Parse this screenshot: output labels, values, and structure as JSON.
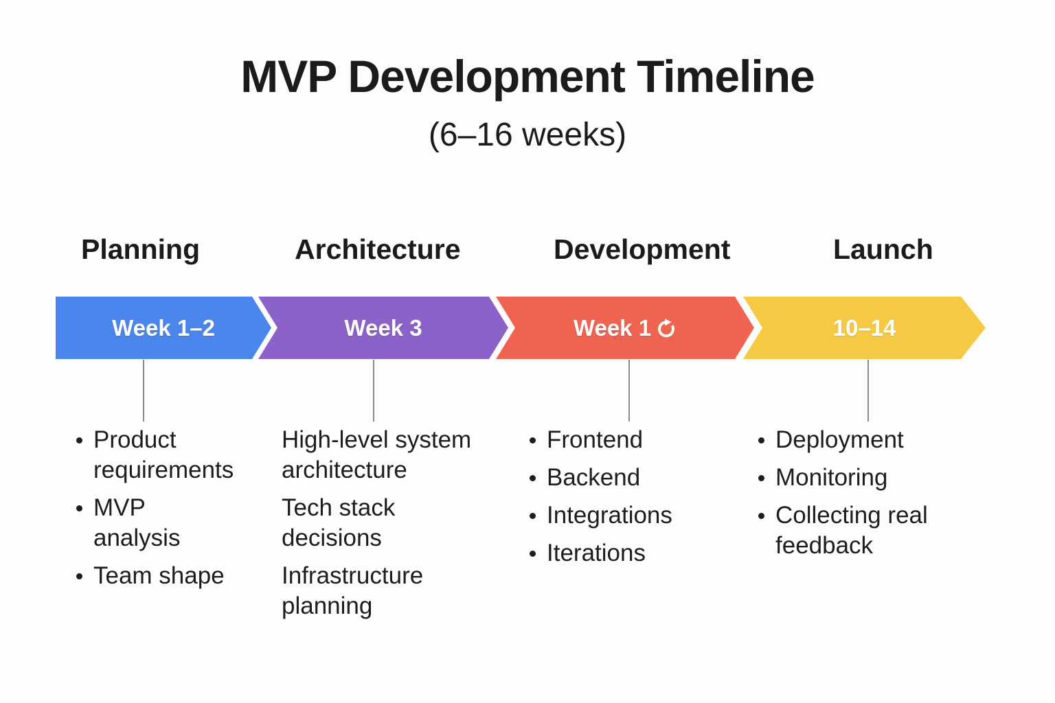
{
  "title": "MVP Development Timeline",
  "subtitle": "(6–16 weeks)",
  "text_color": "#1b1b1d",
  "connector_color": "#8a8a8a",
  "phases": [
    {
      "name": "Planning",
      "week_label": "Week 1–2",
      "color": "#4B86EC",
      "bullets": true,
      "items": [
        "Product requirements",
        "MVP analysis",
        "Team shape"
      ]
    },
    {
      "name": "Architecture",
      "week_label": "Week 3",
      "color": "#8B62C9",
      "bullets": false,
      "items": [
        "High-level system architecture",
        "Tech stack decisions",
        "Infrastructure planning"
      ]
    },
    {
      "name": "Development",
      "week_label": "Week 1",
      "week_icon": "loop-icon",
      "color": "#EF6450",
      "bullets": true,
      "items": [
        "Frontend",
        "Backend",
        "Integrations",
        "Iterations"
      ]
    },
    {
      "name": "Launch",
      "week_label": "10–14",
      "color": "#F6C945",
      "bullets": true,
      "items": [
        "Deployment",
        "Monitoring",
        "Collecting real feedback"
      ]
    }
  ]
}
